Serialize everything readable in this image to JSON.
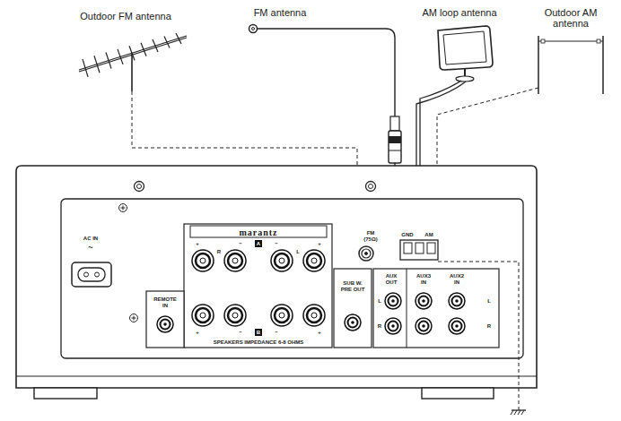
{
  "diagram": {
    "labels": [
      "Outdoor FM antenna",
      "FM antenna",
      "AM loop antenna",
      "Outdoor AM antenna",
      "AC IN",
      "~",
      "marantz",
      "+",
      "R",
      "−",
      "A",
      "−",
      "L",
      "+",
      "REMOTE IN",
      "+",
      "−",
      "B",
      "−",
      "+",
      "SPEAKERS IMPEDANCE 6-8 OHMS",
      "SUB W. PRE OUT",
      "FM (75Ω)",
      "GND",
      "AM",
      "AUX OUT",
      "L",
      "R",
      "AUX3 IN",
      "AUX2 IN",
      "L",
      "R"
    ]
  }
}
